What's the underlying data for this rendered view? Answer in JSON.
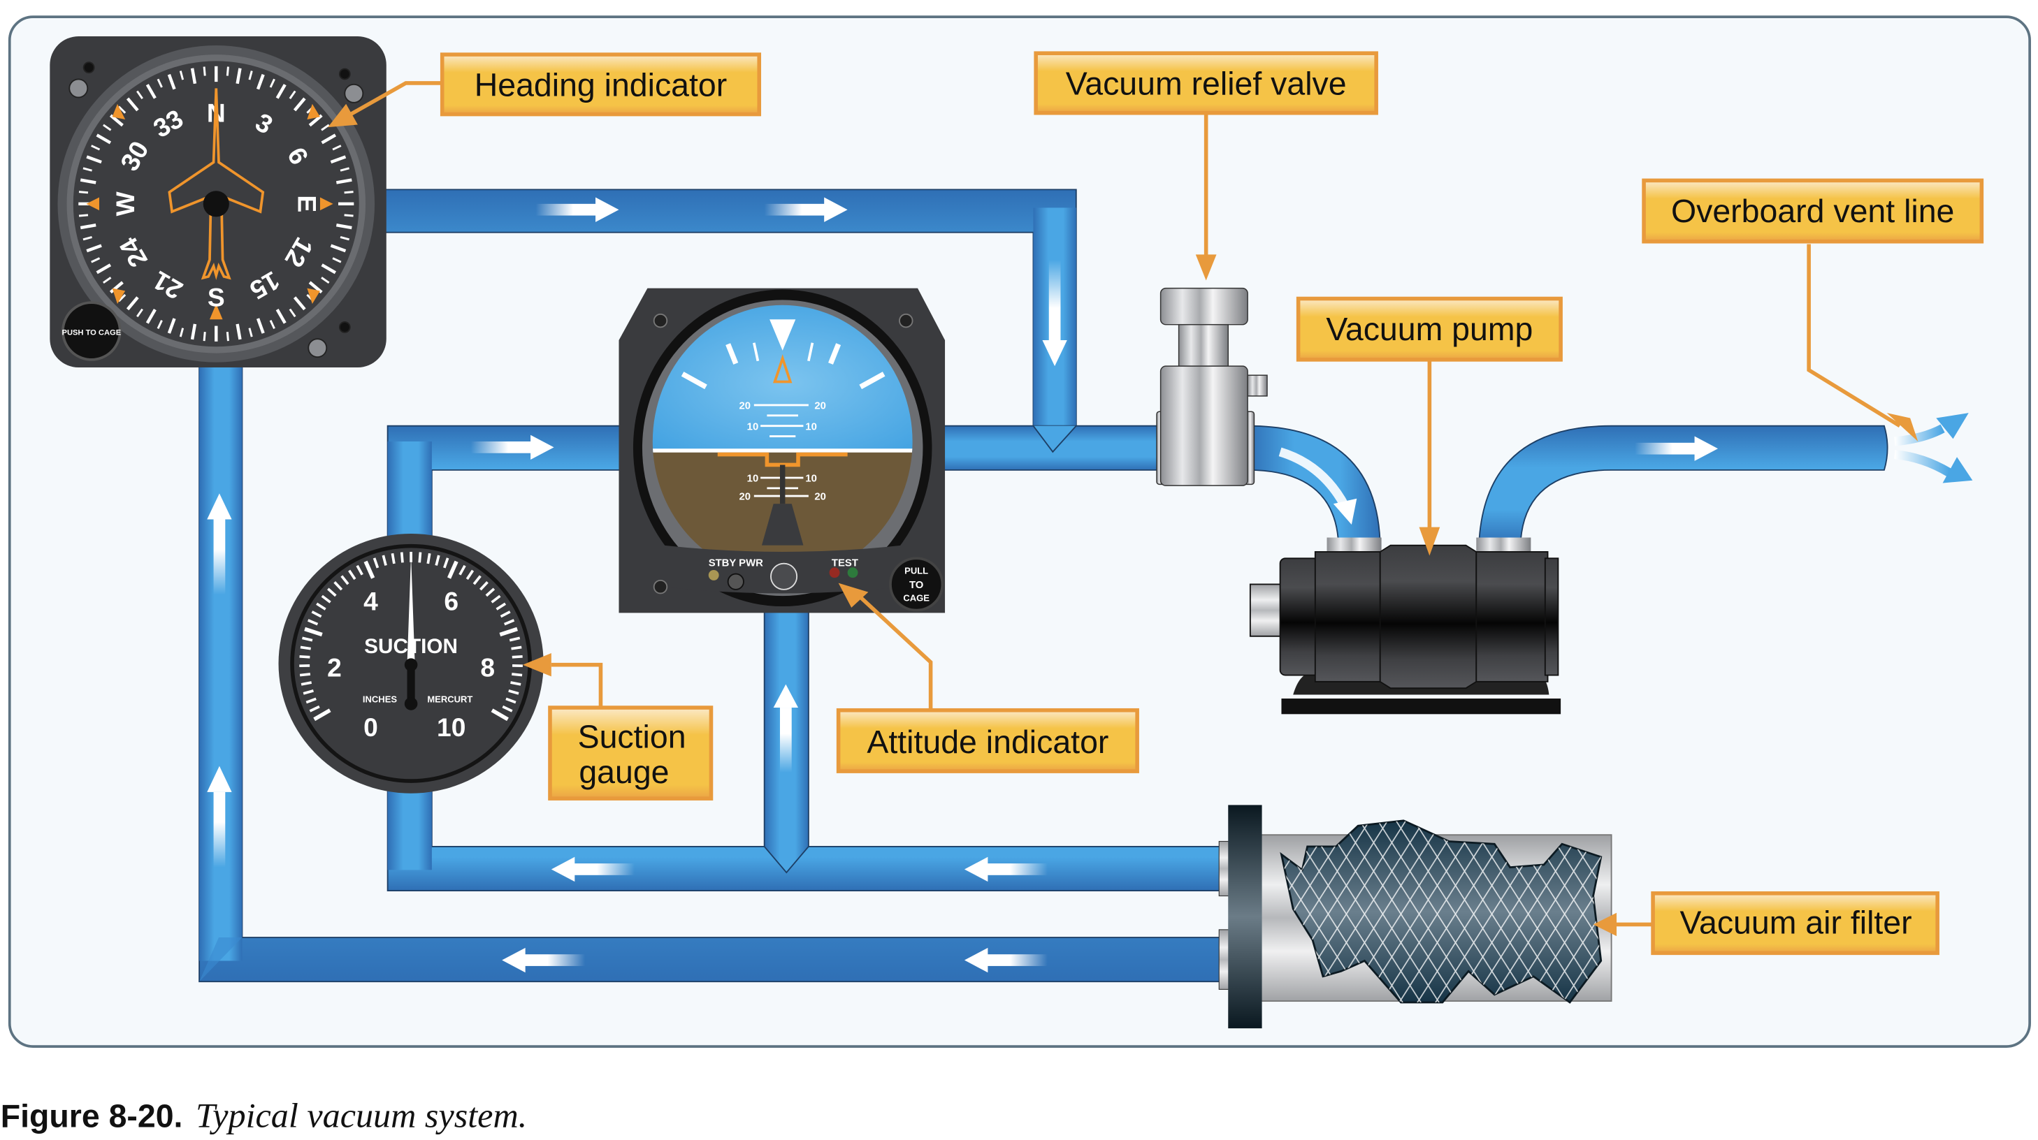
{
  "figure": {
    "number": "Figure 8-20.",
    "title": "Typical vacuum system."
  },
  "labels": {
    "heading_indicator": "Heading indicator",
    "vacuum_relief_valve": "Vacuum relief valve",
    "overboard_vent_line": "Overboard vent line",
    "vacuum_pump": "Vacuum pump",
    "suction_gauge_line1": "Suction",
    "suction_gauge_line2": "gauge",
    "attitude_indicator": "Attitude indicator",
    "vacuum_air_filter": "Vacuum air filter"
  },
  "heading_indicator": {
    "cardinals": {
      "n": "N",
      "e": "E",
      "s": "S",
      "w": "W"
    },
    "numerals": {
      "n3": "3",
      "n6": "6",
      "n12": "12",
      "n15": "15",
      "n21": "21",
      "n24": "24",
      "n30": "30",
      "n33": "33"
    },
    "knob_text": "PUSH TO CAGE"
  },
  "attitude_indicator": {
    "pitch_labels": {
      "up20": "20",
      "up10": "10",
      "down10": "10",
      "down20": "20"
    },
    "stby_pwr": "STBY PWR",
    "test": "TEST",
    "knob_line1": "PULL",
    "knob_line2": "TO",
    "knob_line3": "CAGE"
  },
  "suction_gauge": {
    "title": "SUCTION",
    "unit_left": "INCHES",
    "unit_right": "MERCURT",
    "scale": {
      "s0": "0",
      "s2": "2",
      "s4": "4",
      "s6": "6",
      "s8": "8",
      "s10": "10"
    },
    "needle_value": 5
  },
  "colors": {
    "pipe": "#4aa6e4",
    "pipe_dark": "#2f6fb5",
    "label_fill": "#f5c347",
    "label_border": "#e89a3c",
    "leader": "#e89a3c",
    "panel_bg": "#f5f9fc",
    "panel_border": "#5d7382"
  }
}
